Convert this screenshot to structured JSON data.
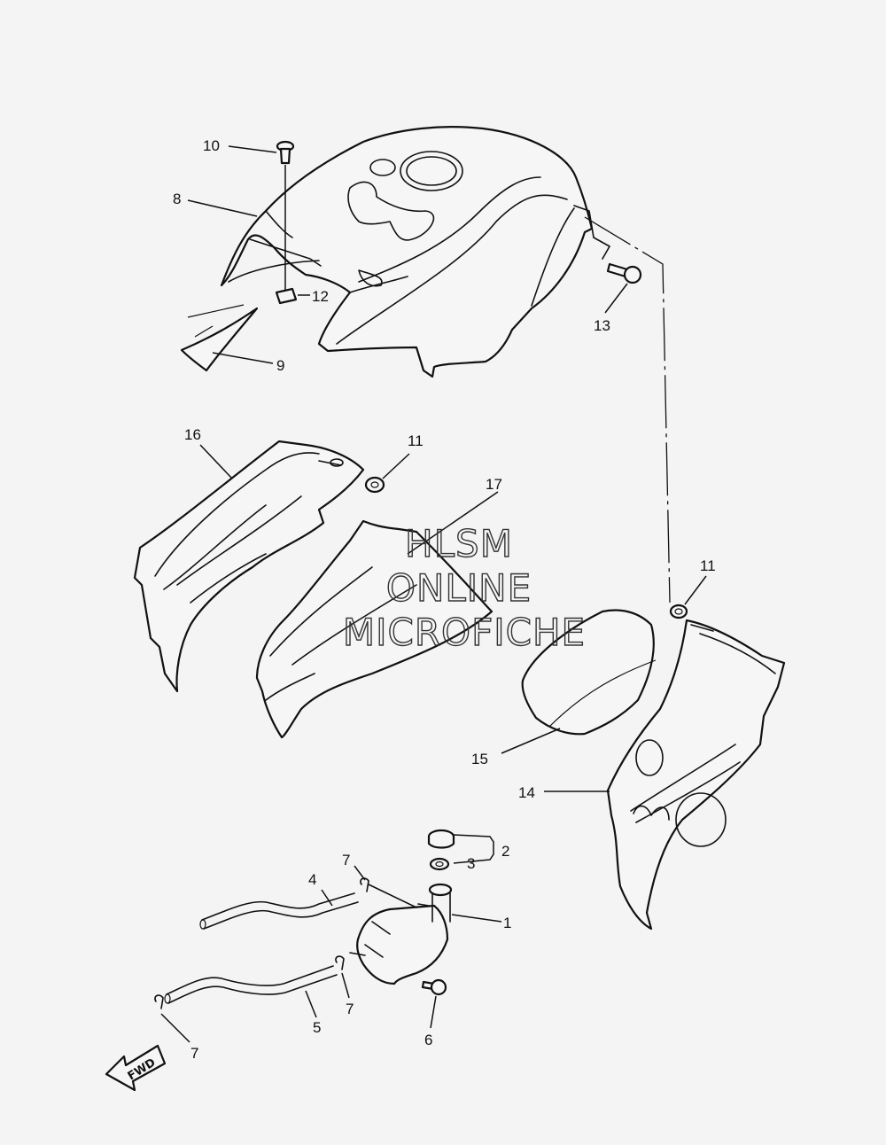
{
  "watermark": {
    "line1": "HLSM",
    "line2": "ONLINE",
    "line3": "MICROFICHE"
  },
  "direction_arrow": {
    "label": "FWD",
    "icon": "fwd-arrow-icon"
  },
  "callouts": {
    "c1": "1",
    "c2": "2",
    "c3": "3",
    "c4": "4",
    "c5": "5",
    "c6": "6",
    "c7a": "7",
    "c7b": "7",
    "c7c": "7",
    "c8": "8",
    "c9": "9",
    "c10": "10",
    "c11a": "11",
    "c11b": "11",
    "c12": "12",
    "c13": "13",
    "c14": "14",
    "c15": "15",
    "c16": "16",
    "c17": "17"
  },
  "colors": {
    "line": "#111111",
    "background": "#f4f4f4"
  }
}
